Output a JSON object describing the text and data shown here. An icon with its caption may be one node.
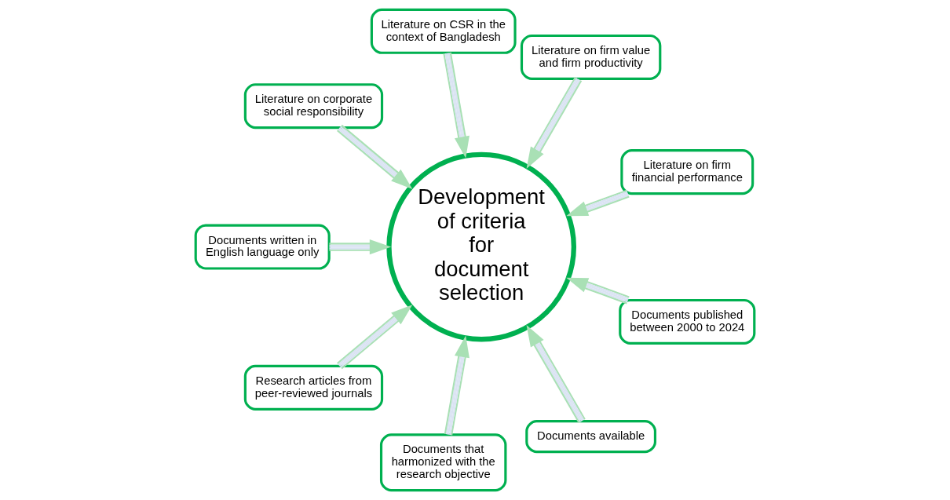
{
  "diagram": {
    "nodes": [
      {
        "text": [
          "Literature on firm financial performance"
        ]
      },
      {
        "text": [
          "Literature on firm value and firm productivity"
        ]
      },
      {
        "text": [
          "Literature on CSR in the context of Bangladesh"
        ]
      },
      {
        "text": [
          "Literature on corporate social responsibility"
        ]
      },
      {
        "text": [
          "Documents written in English language only"
        ]
      },
      {
        "text": [
          "Research articles from peer-reviewed journals"
        ]
      },
      {
        "text": [
          "Development of criteria for document selection"
        ]
      },
      {
        "text": [
          "Documents that harmonized with the research objective"
        ]
      },
      {
        "text": [
          "Documents available"
        ]
      },
      {
        "text": [
          "Documents published between 2000 to 2024"
        ]
      }
    ],
    "edges": [
      {
        "from": 0,
        "to": 6,
        "arrow": "to"
      },
      {
        "from": 1,
        "to": 6,
        "arrow": "to"
      },
      {
        "from": 2,
        "to": 6,
        "arrow": "to"
      },
      {
        "from": 3,
        "to": 6,
        "arrow": "to"
      },
      {
        "from": 4,
        "to": 6,
        "arrow": "to"
      },
      {
        "from": 5,
        "to": 6,
        "arrow": "to"
      },
      {
        "from": 7,
        "to": 6,
        "arrow": "to"
      },
      {
        "from": 8,
        "to": 6,
        "arrow": "to"
      },
      {
        "from": 9,
        "to": 6,
        "arrow": "to"
      }
    ]
  }
}
